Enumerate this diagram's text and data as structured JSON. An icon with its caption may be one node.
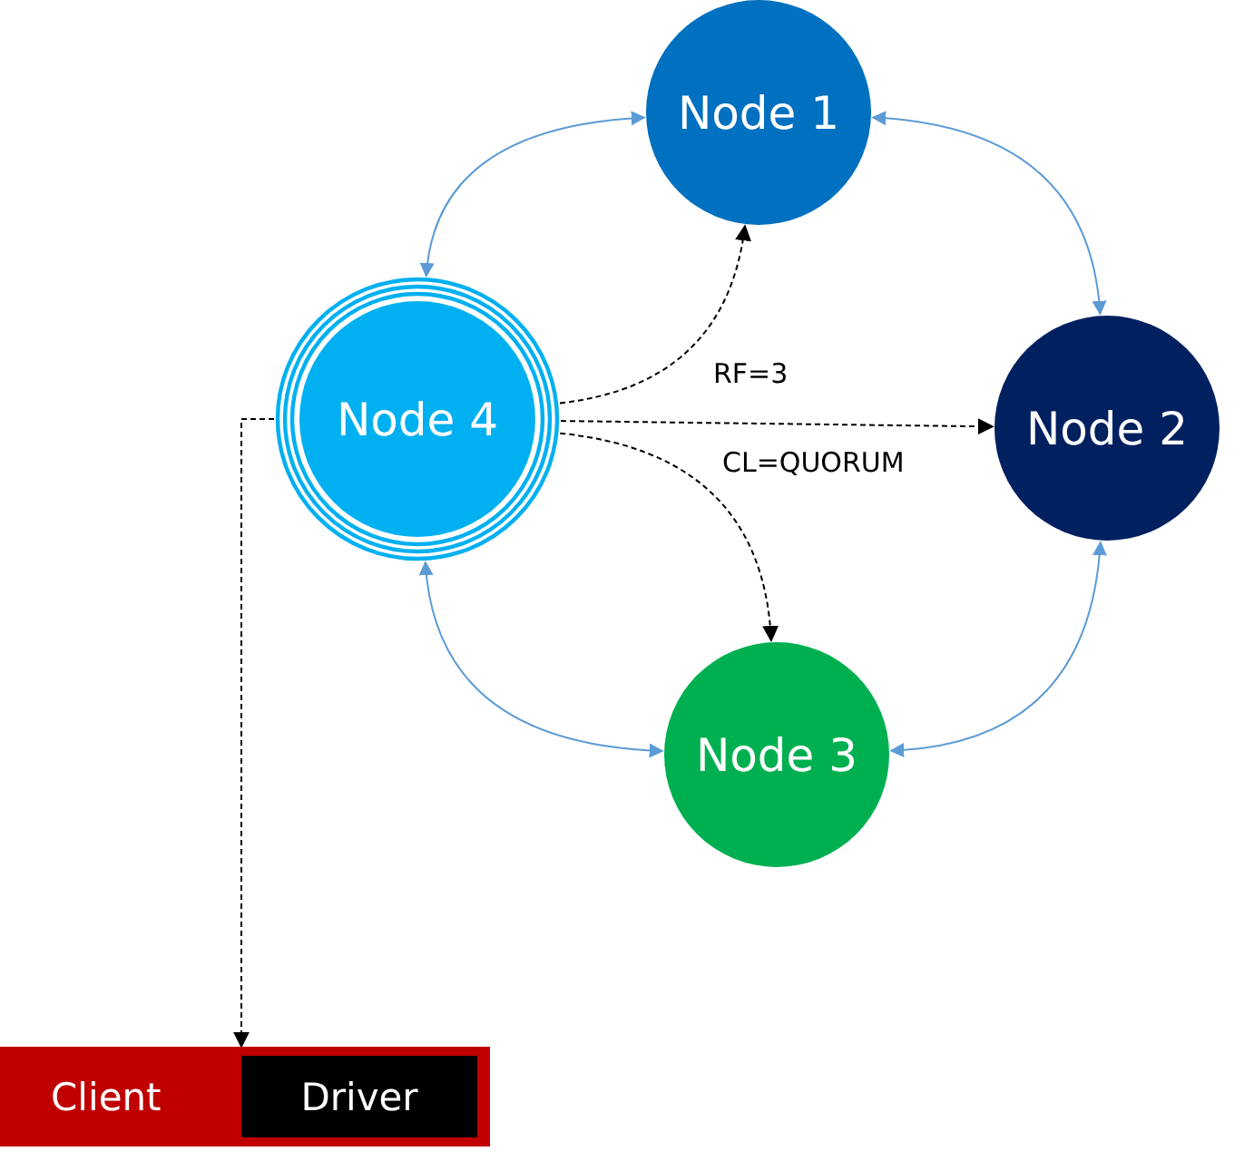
{
  "diagram": {
    "nodes": [
      {
        "text": [
          "Node 1"
        ]
      },
      {
        "text": [
          "Node 2"
        ]
      },
      {
        "text": [
          "Node 3"
        ]
      },
      {
        "text": [
          "Node 4"
        ]
      },
      {
        "text": [
          "Client"
        ]
      },
      {
        "text": [
          "Driver"
        ],
        "in": 4
      }
    ],
    "edges": [
      {
        "from": 3,
        "to": 0,
        "arrow": "both",
        "color": "#5b9bd5"
      },
      {
        "from": 0,
        "to": 1,
        "arrow": "both",
        "color": "#5b9bd5"
      },
      {
        "from": 1,
        "to": 2,
        "arrow": "both",
        "color": "#5b9bd5"
      },
      {
        "from": 2,
        "to": 3,
        "arrow": "both",
        "color": "#5b9bd5"
      },
      {
        "from": 3,
        "to": 0,
        "arrow": "to",
        "style": "dashed",
        "color": "#000000"
      },
      {
        "from": 3,
        "to": 1,
        "arrow": "to",
        "style": "dashed",
        "color": "#000000"
      },
      {
        "from": 3,
        "to": 2,
        "arrow": "to",
        "style": "dashed",
        "color": "#000000"
      },
      {
        "from": 3,
        "to": 4,
        "arrow": "to",
        "style": "dashed",
        "color": "#000000"
      }
    ],
    "labels": [
      "RF=3",
      "CL=QUORUM"
    ]
  }
}
